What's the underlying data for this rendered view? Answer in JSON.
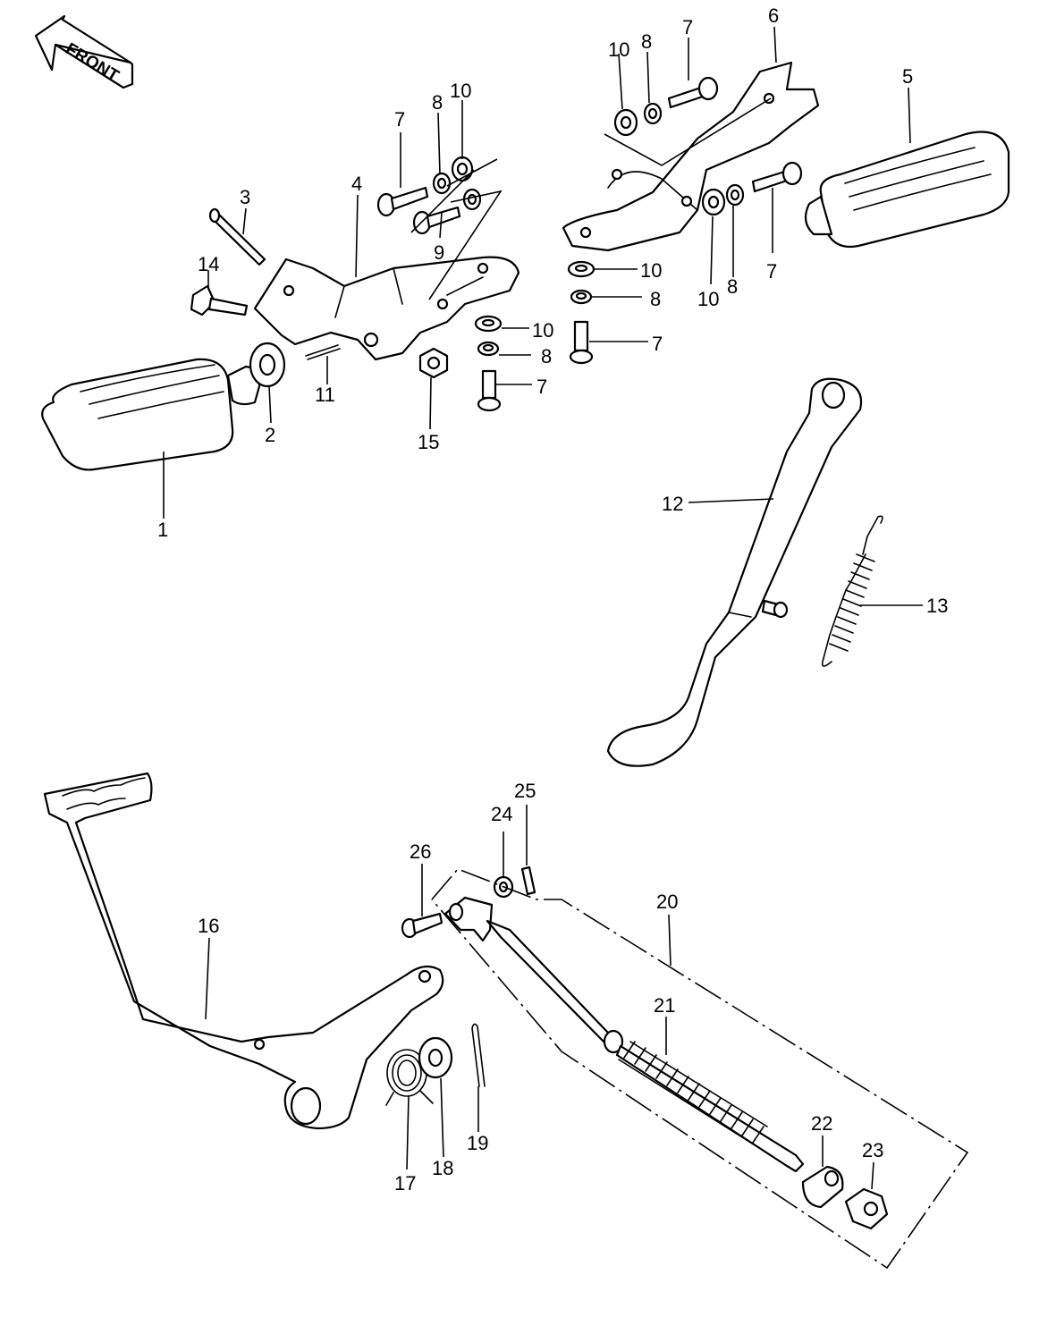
{
  "front_label": "FRONT",
  "callouts": {
    "c1": "1",
    "c2": "2",
    "c3": "3",
    "c4": "4",
    "c5": "5",
    "c6": "6",
    "c7a": "7",
    "c7b": "7",
    "c7c": "7",
    "c7d": "7",
    "c7e": "7",
    "c8a": "8",
    "c8b": "8",
    "c8c": "8",
    "c8d": "8",
    "c8e": "8",
    "c9": "9",
    "c10a": "10",
    "c10b": "10",
    "c10c": "10",
    "c10d": "10",
    "c10e": "10",
    "c11": "11",
    "c12": "12",
    "c13": "13",
    "c14": "14",
    "c15": "15",
    "c16": "16",
    "c17": "17",
    "c18": "18",
    "c19": "19",
    "c20": "20",
    "c21": "21",
    "c22": "22",
    "c23": "23",
    "c24": "24",
    "c25": "25",
    "c26": "26"
  }
}
